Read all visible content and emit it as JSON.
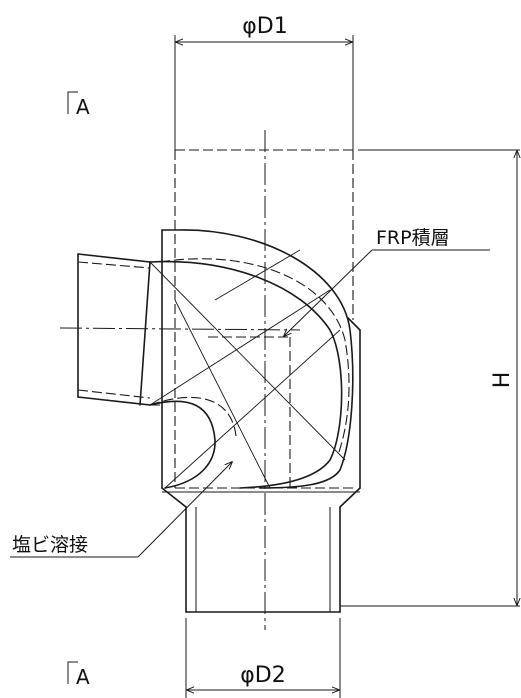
{
  "labels": {
    "dim_top": "φD1",
    "dim_bottom": "φD2",
    "dim_height": "H",
    "section_top": "A",
    "section_bottom": "A",
    "frp": "FRP積層",
    "pvc_weld": "塩ビ溶接"
  },
  "colors": {
    "line": "#1a1a1a",
    "background": "#ffffff"
  }
}
